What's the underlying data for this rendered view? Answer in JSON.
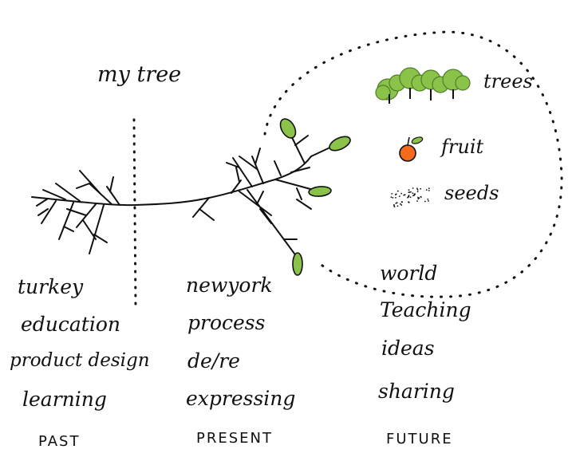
{
  "title": "my tree",
  "legend": {
    "trees_label": "trees",
    "fruit_label": "fruit",
    "seeds_label": "seeds"
  },
  "columns": [
    {
      "items": [
        "turkey",
        "education",
        "product design",
        "learning"
      ],
      "era": "PAST"
    },
    {
      "items": [
        "newyork",
        "process",
        "de/re",
        "expressing"
      ],
      "era": "PRESENT"
    },
    {
      "items": [
        "world",
        "Teaching",
        "ideas",
        "sharing"
      ],
      "era": "FUTURE"
    }
  ],
  "colors": {
    "ink": "#111111",
    "leaf": "#8bc34a",
    "leaf_dark": "#4e7d2a",
    "fruit": "#f26b1d"
  }
}
